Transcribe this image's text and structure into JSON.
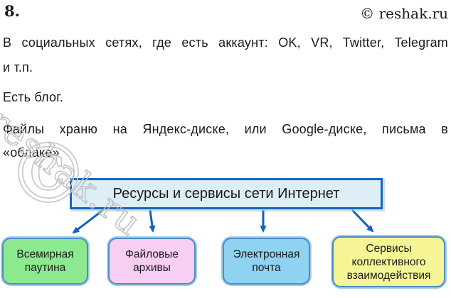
{
  "header": {
    "number_label": "8.",
    "copyright": "© reshak.ru"
  },
  "answer_text": {
    "line1": "В социальных сетях, где есть аккаунт: OK, VR, Twitter, Telegram",
    "line2": "и т.п.",
    "line3": "Есть блог.",
    "line4": "Файлы храню на Яндекс-диске, или Google-диске, письма в",
    "line5": "«облаке»"
  },
  "watermark": {
    "text": "reshak.ru",
    "copyright_symbol": "©"
  },
  "diagram": {
    "root": {
      "label": "Ресурсы и сервисы сети Интернет",
      "fill": "#ddeef6",
      "border": "#1565c0"
    },
    "children": [
      {
        "label": "Всемирная паутина",
        "fill": "#8de98f"
      },
      {
        "label": "Файловые архивы",
        "fill": "#f8cef2"
      },
      {
        "label": "Электронная почта",
        "fill": "#90d2f1"
      },
      {
        "label": "Сервисы коллективного взаимодействия",
        "fill": "#f6f595"
      }
    ],
    "child_border": "#4a8ec5",
    "child_halo": "#a9cde8",
    "arrow_color": "#1361bb"
  }
}
